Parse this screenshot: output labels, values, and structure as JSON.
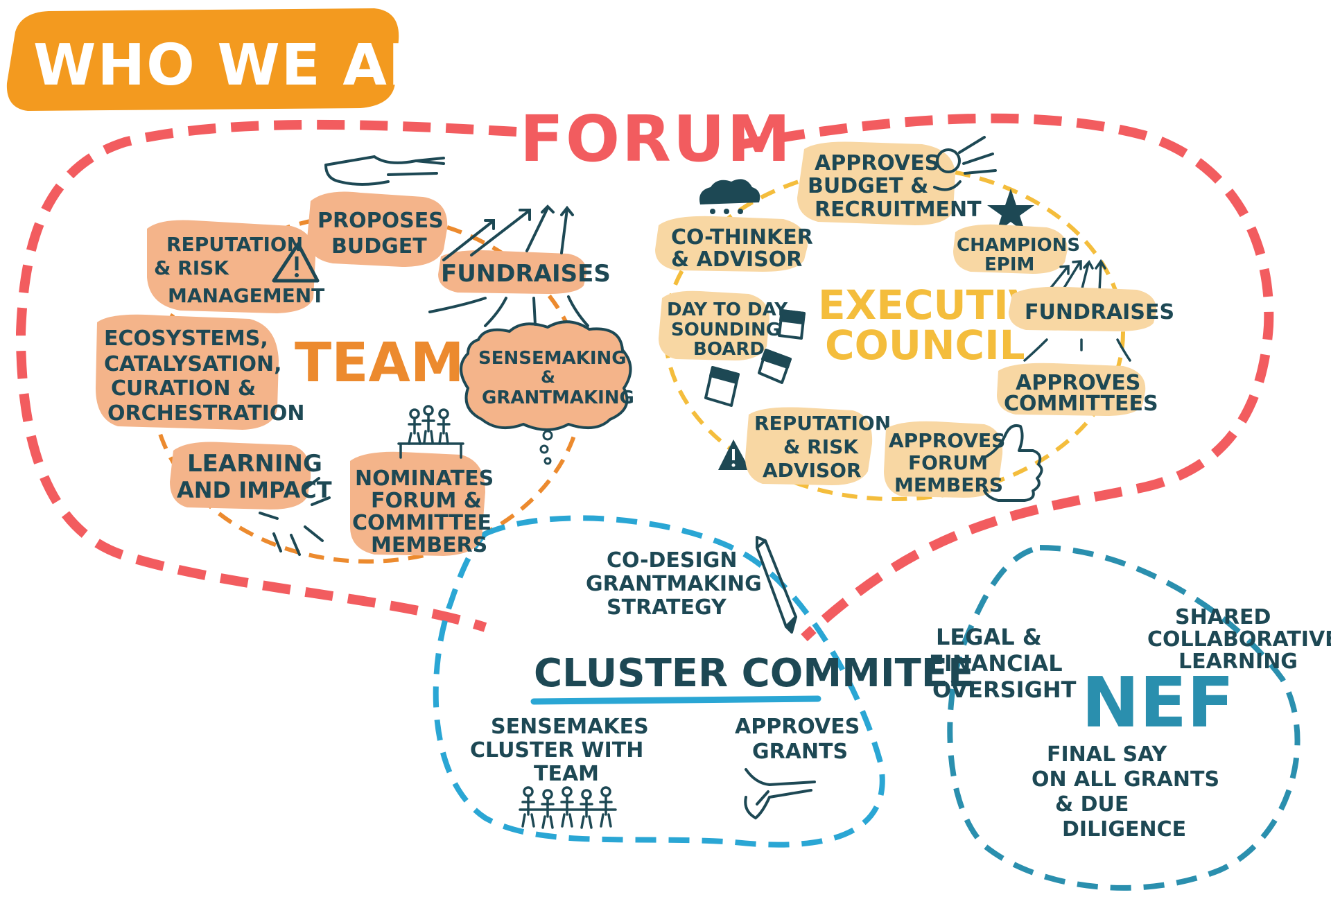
{
  "header": {
    "title": "WHO WE ARE"
  },
  "forum": {
    "label": "FORUM"
  },
  "team": {
    "label": "TEAM",
    "items": [
      {
        "lines": [
          "PROPOSES",
          "BUDGET"
        ]
      },
      {
        "lines": [
          "REPUTATION",
          "& RISK",
          "MANAGEMENT"
        ]
      },
      {
        "lines": [
          "FUNDRAISES"
        ]
      },
      {
        "lines": [
          "ECOSYSTEMS,",
          "CATALYSATION,",
          "CURATION &",
          "ORCHESTRATION"
        ]
      },
      {
        "lines": [
          "SENSEMAKING",
          "&",
          "GRANTMAKING"
        ]
      },
      {
        "lines": [
          "LEARNING",
          "AND IMPACT"
        ]
      },
      {
        "lines": [
          "NOMINATES",
          "FORUM &",
          "COMMITTEE",
          "MEMBERS"
        ]
      }
    ]
  },
  "executive": {
    "label_lines": [
      "EXECUTIVE",
      "COUNCIL"
    ],
    "items": [
      {
        "lines": [
          "APPROVES",
          "BUDGET &",
          "RECRUITMENT"
        ]
      },
      {
        "lines": [
          "CO-THINKER",
          "& ADVISOR"
        ]
      },
      {
        "lines": [
          "CHAMPIONS",
          "EPIM"
        ]
      },
      {
        "lines": [
          "DAY TO DAY",
          "SOUNDING",
          "BOARD"
        ]
      },
      {
        "lines": [
          "FUNDRAISES"
        ]
      },
      {
        "lines": [
          "APPROVES",
          "COMMITTEES"
        ]
      },
      {
        "lines": [
          "REPUTATION",
          "& RISK",
          "ADVISOR"
        ]
      },
      {
        "lines": [
          "APPROVES",
          "FORUM",
          "MEMBERS"
        ]
      }
    ]
  },
  "cluster": {
    "label": "CLUSTER COMMITEE",
    "items": [
      {
        "lines": [
          "CO-DESIGN",
          "GRANTMAKING",
          "STRATEGY"
        ]
      },
      {
        "lines": [
          "SENSEMAKES",
          "CLUSTER WITH",
          "TEAM"
        ]
      },
      {
        "lines": [
          "APPROVES",
          "GRANTS"
        ]
      }
    ]
  },
  "nef": {
    "label": "NEF",
    "items": [
      {
        "lines": [
          "LEGAL &",
          "FINANCIAL",
          "OVERSIGHT"
        ]
      },
      {
        "lines": [
          "SHARED",
          "COLLABORATIVE",
          "LEARNING"
        ]
      },
      {
        "lines": [
          "FINAL SAY",
          "ON ALL GRANTS",
          "& DUE",
          "DILIGENCE"
        ]
      }
    ]
  },
  "colors": {
    "title_bg": "#f39a1f",
    "forum": "#f25c5f",
    "team": "#ec8a2e",
    "team_fill": "#f4b48a",
    "executive": "#f4bd3c",
    "exec_fill": "#f8d7a3",
    "cluster": "#2aa6d4",
    "nef": "#2a8fae",
    "ink": "#1d4854"
  }
}
